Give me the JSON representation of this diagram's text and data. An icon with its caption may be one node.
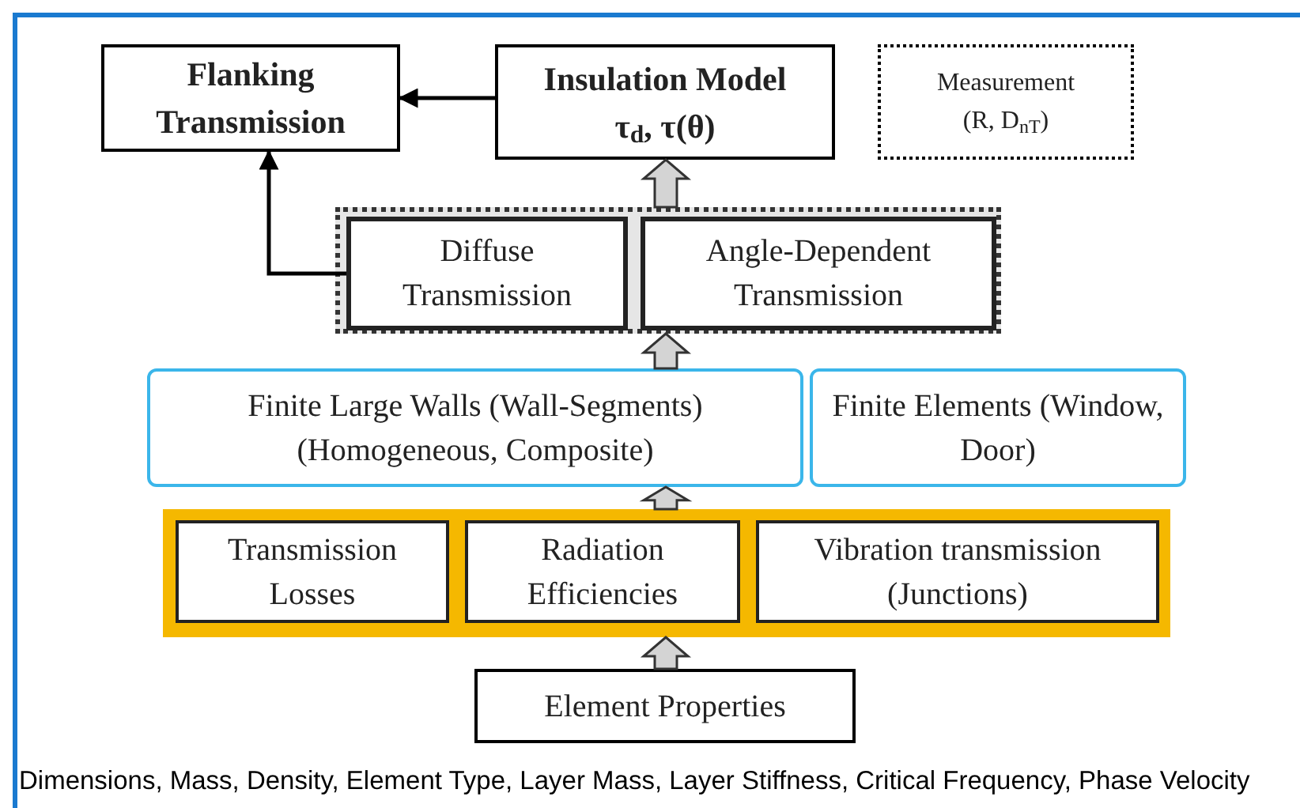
{
  "diagram": {
    "nodes": [
      {
        "text": [
          "Flanking Transmission"
        ]
      },
      {
        "text": [
          "Insulation Model",
          "τ$_{d}$, τ(θ)"
        ]
      },
      {
        "text": [
          "Measurement",
          "(R, D$_{nT}$)"
        ]
      },
      {
        "text": [],
        "shape": "box"
      },
      {
        "text": [
          "Diffuse Transmission"
        ],
        "in": 3
      },
      {
        "text": [
          "Angle-Dependent Transmission"
        ],
        "in": 3
      },
      {
        "text": [
          "Finite Large Walls (Wall-Segments) (Homogeneous, Composite)"
        ]
      },
      {
        "text": [
          "Finite Elements (Window, Door)"
        ]
      },
      {
        "text": [],
        "shape": "box"
      },
      {
        "text": [
          "Transmission Losses"
        ],
        "in": 8
      },
      {
        "text": [
          "Radiation Efficiencies"
        ],
        "in": 8
      },
      {
        "text": [
          "Vibration transmission (Junctions)"
        ],
        "in": 8
      },
      {
        "text": [
          "Element Properties"
        ]
      }
    ],
    "edges": [
      {
        "from": 1,
        "to": 0,
        "arrow": "to"
      },
      {
        "from": 4,
        "to": 0,
        "arrow": "to"
      },
      {
        "from": 3,
        "to": 1,
        "arrow": "to",
        "style": "thick"
      },
      {
        "from": 6,
        "to": 3,
        "arrow": "to",
        "style": "thick"
      },
      {
        "from": 8,
        "to": 6,
        "arrow": "to",
        "style": "thick"
      },
      {
        "from": 12,
        "to": 8,
        "arrow": "to",
        "style": "thick"
      }
    ],
    "labels": [
      "Dimensions, Mass, Density, Element Type, Layer Mass, Layer Stiffness, Critical Frequency, Phase Velocity"
    ]
  }
}
